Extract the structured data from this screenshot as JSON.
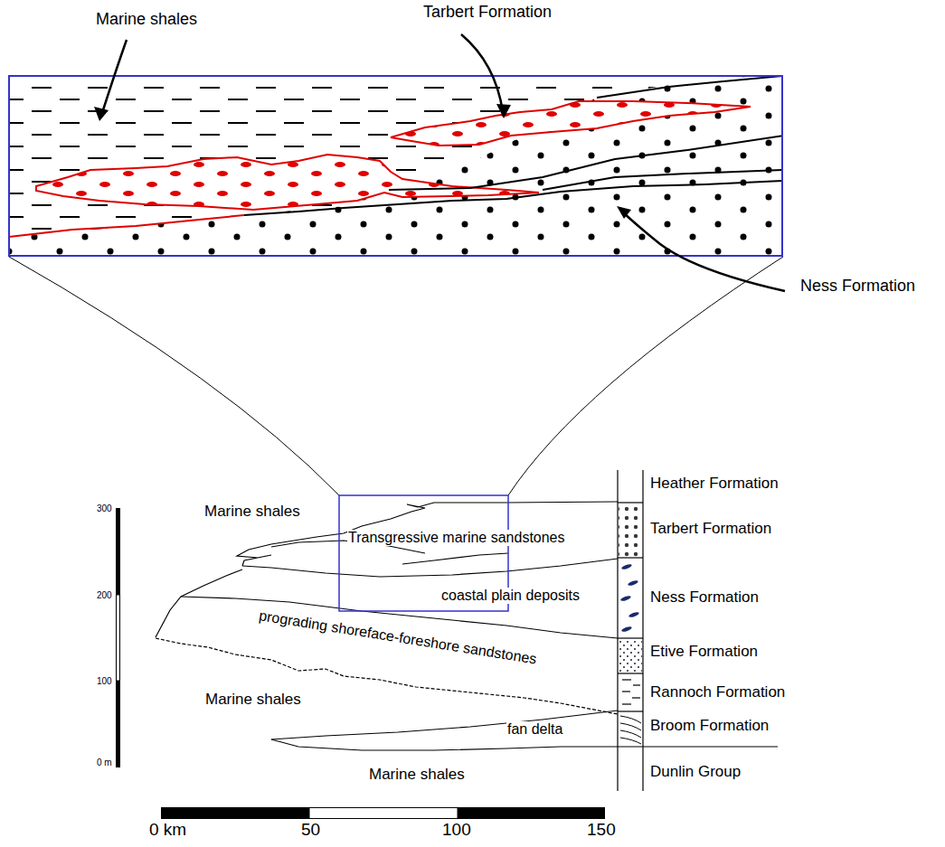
{
  "diagram": {
    "labels": [
      "Marine shales",
      "Tarbert Formation",
      "Ness Formation",
      "Marine shales",
      "Transgressive marine sandstones",
      "coastal plain deposits",
      "prograding shoreface-foreshore sandstones",
      "Marine shales",
      "fan delta",
      "Marine shales",
      "Heather Formation",
      "Tarbert Formation",
      "Ness Formation",
      "Etive Formation",
      "Rannoch Formation",
      "Broom Formation",
      "Dunlin Group",
      "300",
      "200",
      "100",
      "0 m",
      "0 km",
      "50",
      "100",
      "150"
    ]
  }
}
